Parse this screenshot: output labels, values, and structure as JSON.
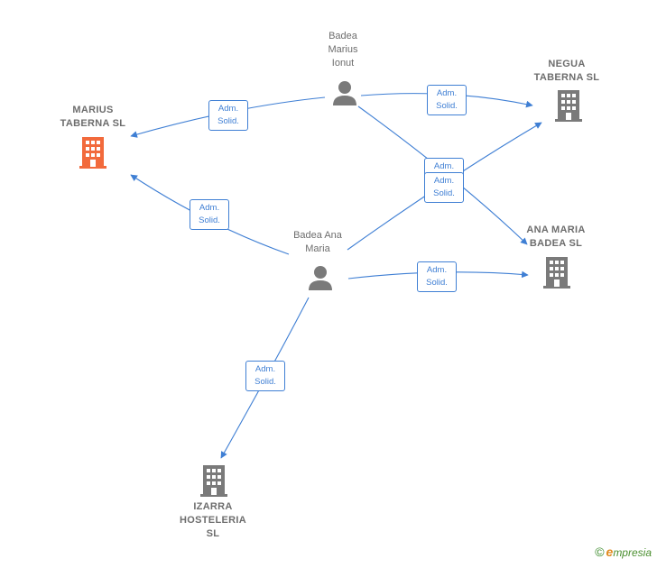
{
  "colors": {
    "edge": "#3f7fd4",
    "focus_company": "#f26a3c",
    "company": "#7a7a7a",
    "person": "#7a7a7a"
  },
  "nodes": {
    "marius_taberna": {
      "label": "MARIUS\nTABERNA  SL",
      "icon": "building-icon",
      "focus": true
    },
    "badea_marius": {
      "label": "Badea\nMarius\nIonut",
      "icon": "person-icon"
    },
    "negua_taberna": {
      "label": "NEGUA\nTABERNA  SL",
      "icon": "building-icon"
    },
    "badea_ana": {
      "label": "Badea Ana\nMaria",
      "icon": "person-icon"
    },
    "ana_maria_badea": {
      "label": "ANA MARIA\nBADEA  SL",
      "icon": "building-icon"
    },
    "izarra": {
      "label": "IZARRA\nHOSTELERIA\nSL",
      "icon": "building-icon"
    }
  },
  "edges": [
    {
      "from": "badea_marius",
      "to": "marius_taberna",
      "label": "Adm.\nSolid."
    },
    {
      "from": "badea_marius",
      "to": "negua_taberna",
      "label": "Adm.\nSolid."
    },
    {
      "from": "badea_marius",
      "to": "ana_maria_badea",
      "label": "Adm.\nSolid."
    },
    {
      "from": "badea_ana",
      "to": "marius_taberna",
      "label": "Adm.\nSolid."
    },
    {
      "from": "badea_ana",
      "to": "negua_taberna",
      "label": "Adm.\nSolid."
    },
    {
      "from": "badea_ana",
      "to": "ana_maria_badea",
      "label": "Adm.\nSolid."
    },
    {
      "from": "badea_ana",
      "to": "izarra",
      "label": "Adm.\nSolid."
    }
  ],
  "footer": {
    "copyright_symbol": "©",
    "brand_initial": "e",
    "brand_rest": "mpresia"
  }
}
